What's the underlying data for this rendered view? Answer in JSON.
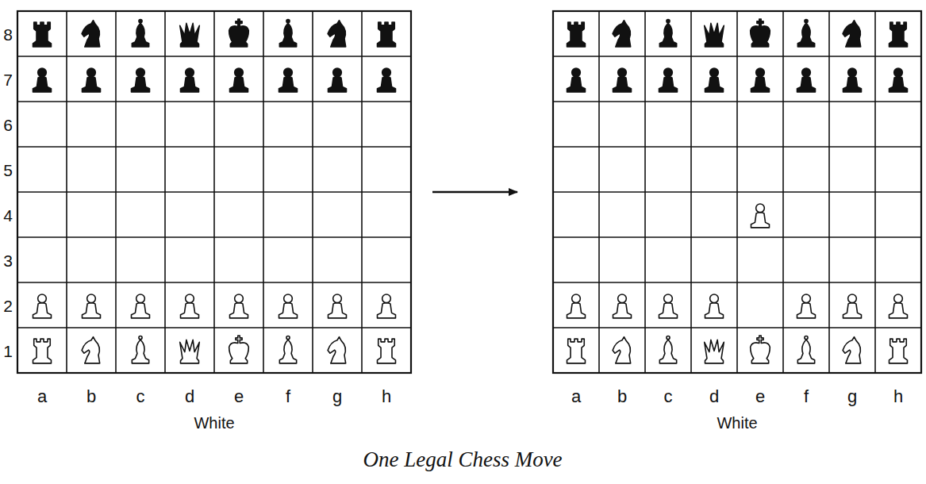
{
  "diagram": {
    "caption": "One Legal Chess Move",
    "labels": [
      "8",
      "7",
      "6",
      "5",
      "4",
      "3",
      "2",
      "1",
      "a",
      "b",
      "c",
      "d",
      "e",
      "f",
      "g",
      "h",
      "a",
      "b",
      "c",
      "d",
      "e",
      "f",
      "g",
      "h",
      "White",
      "White"
    ]
  }
}
